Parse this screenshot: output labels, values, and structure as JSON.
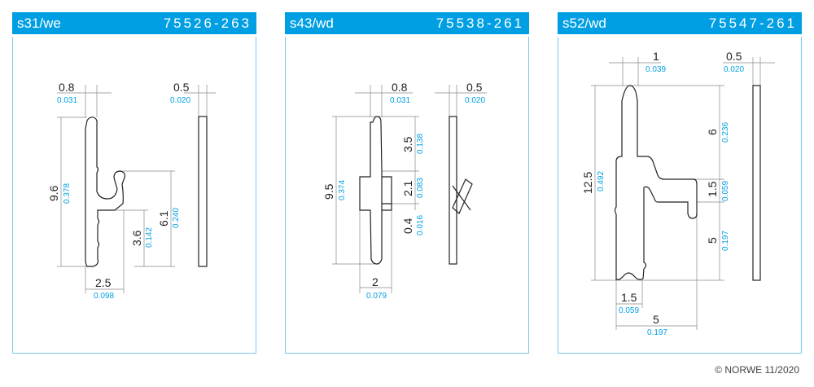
{
  "panels": [
    {
      "name": "s31/we",
      "code": "75526-263",
      "dims": {
        "width_mm": "0.8",
        "width_in": "0.031",
        "thick_mm": "0.5",
        "thick_in": "0.020",
        "height_mm": "9.6",
        "height_in": "0.378",
        "d1_mm": "6.1",
        "d1_in": "0.240",
        "d2_mm": "3.6",
        "d2_in": "0.142",
        "base_mm": "2.5",
        "base_in": "0.098"
      }
    },
    {
      "name": "s43/wd",
      "code": "75538-261",
      "dims": {
        "width_mm": "0.8",
        "width_in": "0.031",
        "thick_mm": "0.5",
        "thick_in": "0.020",
        "height_mm": "9.5",
        "height_in": "0.374",
        "d1_mm": "3.5",
        "d1_in": "0.138",
        "d2_mm": "2.1",
        "d2_in": "0.083",
        "d3_mm": "0.4",
        "d3_in": "0.016",
        "base_mm": "2",
        "base_in": "0.079"
      }
    },
    {
      "name": "s52/wd",
      "code": "75547-261",
      "dims": {
        "width_mm": "1",
        "width_in": "0.039",
        "thick_mm": "0.5",
        "thick_in": "0.020",
        "height_mm": "12.5",
        "height_in": "0.492",
        "d1_mm": "6",
        "d1_in": "0.236",
        "d2_mm": "1.5",
        "d2_in": "0.059",
        "d3_mm": "5",
        "d3_in": "0.197",
        "base_mm": "1.5",
        "base_in": "0.059",
        "span_mm": "5",
        "span_in": "0.197"
      }
    }
  ],
  "copyright": "© NORWE 11/2020",
  "colors": {
    "accent": "#009fe3"
  }
}
